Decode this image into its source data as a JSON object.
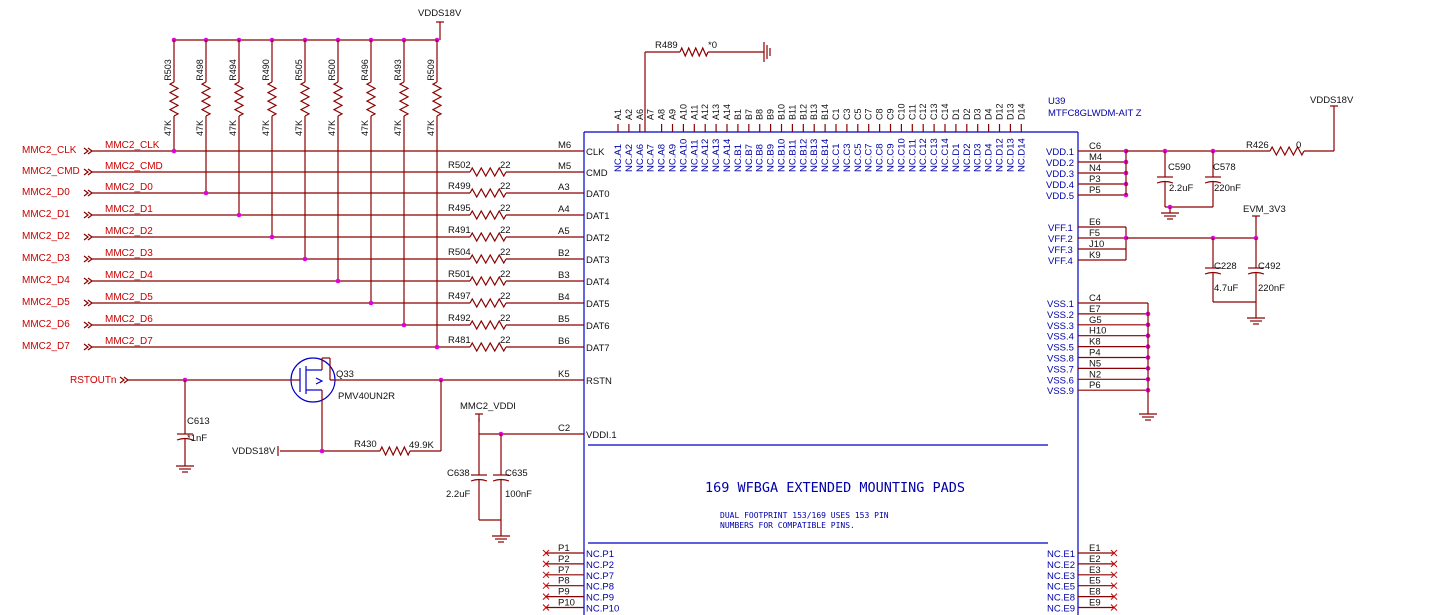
{
  "power": {
    "vdds18v_top": "VDDS18V",
    "vdds18v_right": "VDDS18V",
    "vdds18v_left": "VDDS18V",
    "evm_3v3": "EVM_3V3",
    "mmc2_vddi": "MMC2_VDDI"
  },
  "pullups": [
    {
      "ref": "R503",
      "value": "47K"
    },
    {
      "ref": "R498",
      "value": "47K"
    },
    {
      "ref": "R494",
      "value": "47K"
    },
    {
      "ref": "R490",
      "value": "47K"
    },
    {
      "ref": "R505",
      "value": "47K"
    },
    {
      "ref": "R500",
      "value": "47K"
    },
    {
      "ref": "R496",
      "value": "47K"
    },
    {
      "ref": "R493",
      "value": "47K"
    },
    {
      "ref": "R509",
      "value": "47K"
    }
  ],
  "signals": [
    {
      "port": "MMC2_CLK",
      "net": "MMC2_CLK",
      "res": "",
      "val": "",
      "pin": "M6",
      "name": "CLK"
    },
    {
      "port": "MMC2_CMD",
      "net": "MMC2_CMD",
      "res": "R502",
      "val": "22",
      "pin": "M5",
      "name": "CMD"
    },
    {
      "port": "MMC2_D0",
      "net": "MMC2_D0",
      "res": "R499",
      "val": "22",
      "pin": "A3",
      "name": "DAT0"
    },
    {
      "port": "MMC2_D1",
      "net": "MMC2_D1",
      "res": "R495",
      "val": "22",
      "pin": "A4",
      "name": "DAT1"
    },
    {
      "port": "MMC2_D2",
      "net": "MMC2_D2",
      "res": "R491",
      "val": "22",
      "pin": "A5",
      "name": "DAT2"
    },
    {
      "port": "MMC2_D3",
      "net": "MMC2_D3",
      "res": "R504",
      "val": "22",
      "pin": "B2",
      "name": "DAT3"
    },
    {
      "port": "MMC2_D4",
      "net": "MMC2_D4",
      "res": "R501",
      "val": "22",
      "pin": "B3",
      "name": "DAT4"
    },
    {
      "port": "MMC2_D5",
      "net": "MMC2_D5",
      "res": "R497",
      "val": "22",
      "pin": "B4",
      "name": "DAT5"
    },
    {
      "port": "MMC2_D6",
      "net": "MMC2_D6",
      "res": "R492",
      "val": "22",
      "pin": "B5",
      "name": "DAT6"
    },
    {
      "port": "MMC2_D7",
      "net": "MMC2_D7",
      "res": "R481",
      "val": "22",
      "pin": "B6",
      "name": "DAT7"
    }
  ],
  "rst": {
    "port": "RSTOUTn",
    "pin": "K5",
    "name": "RSTN",
    "fet": "Q33",
    "fet_part": "PMV40UN2R",
    "res": "R430",
    "res_val": "49.9K",
    "cap": "C613",
    "cap_val": "*1nF"
  },
  "vddi": {
    "pin": "C2",
    "name": "VDDI.1",
    "c1": "C638",
    "c1v": "2.2uF",
    "c2": "C635",
    "c2v": "100nF"
  },
  "top": {
    "res": "R489",
    "val": "*0",
    "pins": [
      "A1",
      "A2",
      "A6",
      "A7",
      "A8",
      "A9",
      "A10",
      "A11",
      "A12",
      "A13",
      "A14",
      "B1",
      "B7",
      "B8",
      "B9",
      "B10",
      "B11",
      "B12",
      "B13",
      "B14",
      "C1",
      "C3",
      "C5",
      "C7",
      "C8",
      "C9",
      "C10",
      "C11",
      "C12",
      "C13",
      "C14",
      "D1",
      "D2",
      "D3",
      "D4",
      "D12",
      "D13",
      "D14"
    ],
    "names": [
      "NC.A1",
      "NC.A2",
      "NC.A6",
      "NC.A7",
      "NC.A8",
      "NC.A9",
      "NC.A10",
      "NC.A11",
      "NC.A12",
      "NC.A13",
      "NC.A14",
      "NC.B1",
      "NC.B7",
      "NC.B8",
      "NC.B9",
      "NC.B10",
      "NC.B11",
      "NC.B12",
      "NC.B13",
      "NC.B14",
      "NC.C1",
      "NC.C3",
      "NC.C5",
      "NC.C7",
      "NC.C8",
      "NC.C9",
      "NC.C10",
      "NC.C11",
      "NC.C12",
      "NC.C13",
      "NC.C14",
      "NC.D1",
      "NC.D2",
      "NC.D3",
      "NC.D4",
      "NC.D12",
      "NC.D13",
      "NC.D14"
    ]
  },
  "chip": {
    "ref": "U39",
    "part": "MTFC8GLWDM-AIT Z",
    "title": "169 WFBGA EXTENDED MOUNTING PADS",
    "note1": "DUAL FOOTPRINT 153/169 USES 153 PIN",
    "note2": "NUMBERS FOR COMPATIBLE PINS."
  },
  "vdd": {
    "pins": [
      {
        "pin": "C6",
        "name": "VDD.1"
      },
      {
        "pin": "M4",
        "name": "VDD.2"
      },
      {
        "pin": "N4",
        "name": "VDD.3"
      },
      {
        "pin": "P3",
        "name": "VDD.4"
      },
      {
        "pin": "P5",
        "name": "VDD.5"
      }
    ],
    "c1": "C590",
    "c1v": "2.2uF",
    "c2": "C578",
    "c2v": "220nF",
    "res": "R426",
    "res_val": "0"
  },
  "vff": {
    "pins": [
      {
        "pin": "E6",
        "name": "VFF.1"
      },
      {
        "pin": "F5",
        "name": "VFF.2"
      },
      {
        "pin": "J10",
        "name": "VFF.3"
      },
      {
        "pin": "K9",
        "name": "VFF.4"
      }
    ],
    "c1": "C228",
    "c1v": "4.7uF",
    "c2": "C492",
    "c2v": "220nF"
  },
  "vss": {
    "pins": [
      {
        "pin": "C4",
        "name": "VSS.1"
      },
      {
        "pin": "E7",
        "name": "VSS.2"
      },
      {
        "pin": "G5",
        "name": "VSS.3"
      },
      {
        "pin": "H10",
        "name": "VSS.4"
      },
      {
        "pin": "K8",
        "name": "VSS.5"
      },
      {
        "pin": "P4",
        "name": "VSS.8"
      },
      {
        "pin": "N5",
        "name": "VSS.7"
      },
      {
        "pin": "N2",
        "name": "VSS.6"
      },
      {
        "pin": "P6",
        "name": "VSS.9"
      }
    ]
  },
  "nc_left": [
    {
      "pin": "P1",
      "name": "NC.P1"
    },
    {
      "pin": "P2",
      "name": "NC.P2"
    },
    {
      "pin": "P7",
      "name": "NC.P7"
    },
    {
      "pin": "P8",
      "name": "NC.P8"
    },
    {
      "pin": "P9",
      "name": "NC.P9"
    },
    {
      "pin": "P10",
      "name": "NC.P10"
    }
  ],
  "nc_right": [
    {
      "pin": "E1",
      "name": "NC.E1"
    },
    {
      "pin": "E2",
      "name": "NC.E2"
    },
    {
      "pin": "E3",
      "name": "NC.E3"
    },
    {
      "pin": "E5",
      "name": "NC.E5"
    },
    {
      "pin": "E8",
      "name": "NC.E8"
    },
    {
      "pin": "E9",
      "name": "NC.E9"
    }
  ]
}
